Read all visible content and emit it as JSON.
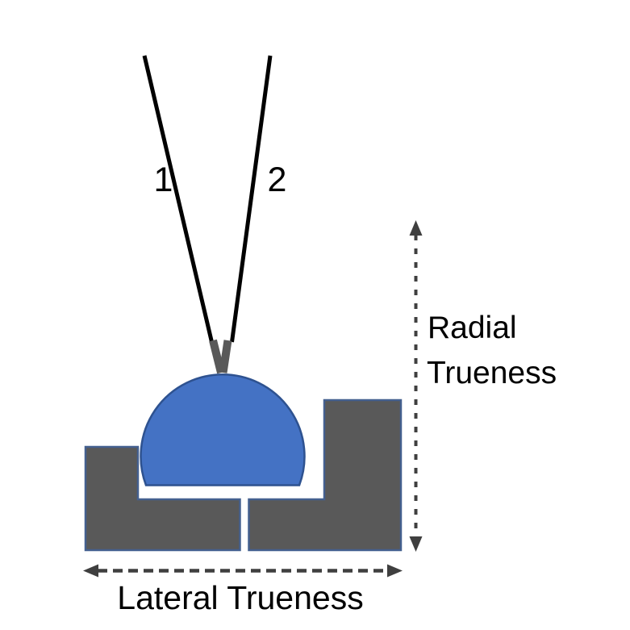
{
  "diagram": {
    "probe_line_1_label": "1",
    "probe_line_2_label": "2",
    "radial_label_line1": "Radial",
    "radial_label_line2": "Trueness",
    "lateral_label": "Lateral Trueness"
  },
  "colors": {
    "background": "#ffffff",
    "probe_line": "#000000",
    "stylus_tip": "#595959",
    "sphere_fill": "#4472C4",
    "sphere_stroke": "#2E5290",
    "block_fill": "#595959",
    "block_stroke": "#44608F",
    "arrow": "#3F3F3F",
    "text": "#000000"
  }
}
